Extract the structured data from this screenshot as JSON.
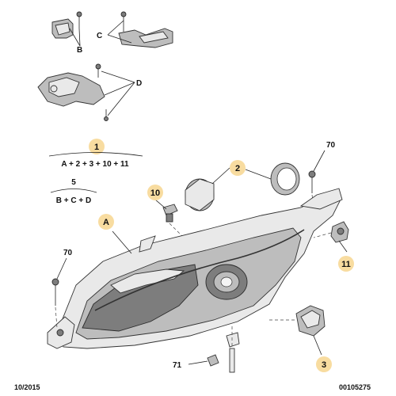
{
  "callouts": {
    "c1": "1",
    "c2": "2",
    "c3": "3",
    "c10": "10",
    "c11": "11",
    "cA": "A"
  },
  "labels": {
    "B": "B",
    "C": "C",
    "D": "D",
    "seventy_right": "70",
    "seventy_left": "70",
    "seventyone": "71"
  },
  "formulas": {
    "assembly_1": "A + 2 + 3 + 10 + 11",
    "number_5": "5",
    "assembly_5": "B + C + D"
  },
  "footer": {
    "date": "10/2015",
    "ref": "00105275"
  },
  "colors": {
    "badge_fill": "#f8dca0",
    "line": "#222222"
  }
}
